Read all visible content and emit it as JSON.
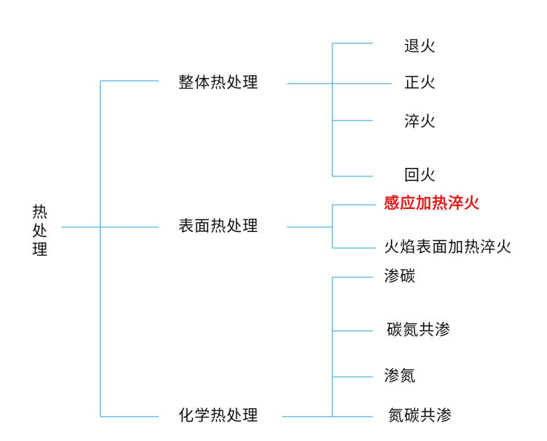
{
  "root": {
    "label": "热处理"
  },
  "branches": [
    {
      "label": "整体热处理",
      "children": [
        "退火",
        "正火",
        "淬火",
        "回火"
      ]
    },
    {
      "label": "表面热处理",
      "children": [
        "感应加热淬火",
        "火焰表面加热淬火"
      ]
    },
    {
      "label": "化学热处理",
      "children": [
        "渗碳",
        "碳氮共渗",
        "渗氮",
        "氮碳共渗"
      ]
    }
  ],
  "colors": {
    "line": "#4aaee0",
    "text": "#111111",
    "highlight": "#e31b1b"
  },
  "highlighted": "感应加热淬火"
}
